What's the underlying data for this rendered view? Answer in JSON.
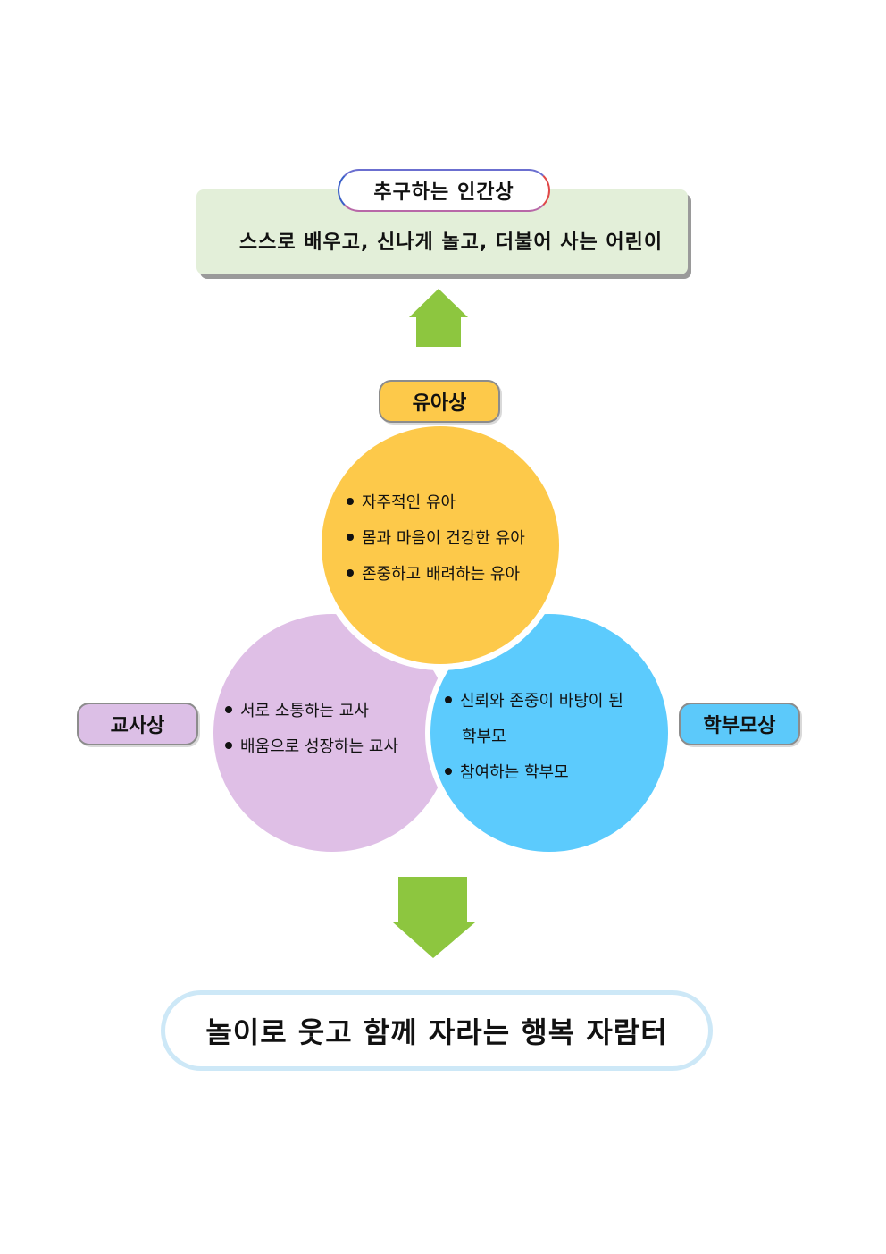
{
  "top": {
    "title": "추구하는 인간상",
    "text": "스스로 배우고, 신나게 놀고, 더불어 사는 어린이"
  },
  "child": {
    "label": "유아상",
    "items": [
      "자주적인 유아",
      "몸과 마음이 건강한 유아",
      "존중하고 배려하는 유아"
    ]
  },
  "teacher": {
    "label": "교사상",
    "items": [
      "서로 소통하는 교사",
      "배움으로 성장하는 교사"
    ]
  },
  "parent": {
    "label": "학부모상",
    "items": [
      "신뢰와 존중이 바탕이 된",
      "학부모",
      "참여하는 학부모"
    ]
  },
  "bottom": {
    "text": "놀이로 웃고 함께 자라는 행복 자람터"
  },
  "colors": {
    "child": "#fdc94a",
    "teacher": "#dfbfe6",
    "parent": "#5ccbfd",
    "arrow": "#8dc63f",
    "top_box": "#e3efd9",
    "bottom_border": "#cde8f7"
  }
}
